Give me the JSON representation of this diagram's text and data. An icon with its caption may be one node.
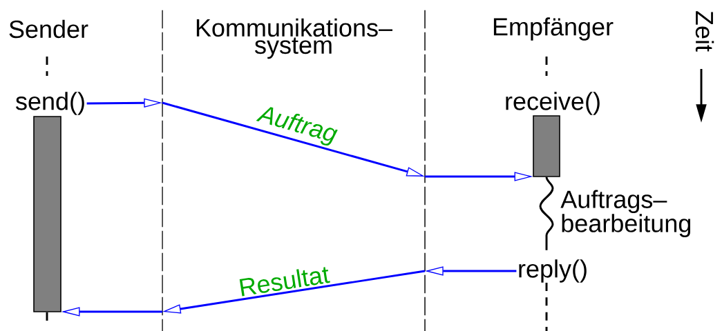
{
  "diagram": {
    "nodes": [
      {
        "text": [],
        "shape": "line"
      },
      {
        "text": [],
        "shape": "line"
      },
      {
        "text": [
          "send()"
        ]
      },
      {
        "text": [],
        "shape": "bar"
      },
      {
        "text": [],
        "shape": "bar",
        "beside": [
          "receive()"
        ]
      },
      {
        "text": [
          "reply()"
        ]
      }
    ],
    "edges": [
      {
        "from": 2,
        "to": 0,
        "arrow": "to"
      },
      {
        "from": 0,
        "to": 1,
        "arrow": "to",
        "label": "Auftrag"
      },
      {
        "from": 1,
        "to": 4,
        "arrow": "to"
      },
      {
        "from": 5,
        "to": 1,
        "arrow": "to"
      },
      {
        "from": 1,
        "to": 0,
        "arrow": "to",
        "label": "Resultat"
      },
      {
        "from": 0,
        "to": 3,
        "arrow": "to"
      },
      {
        "from": 4,
        "to": 5,
        "arrow": "none",
        "label": "Auftrags– bearbeitung",
        "color": "#000000"
      }
    ],
    "labels": [
      "Sender",
      "Kommunikations– system",
      "Empfänger",
      "Zeit"
    ]
  }
}
